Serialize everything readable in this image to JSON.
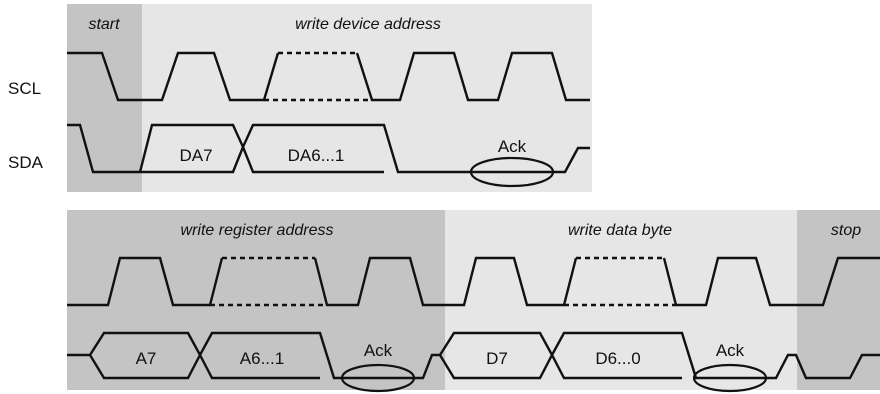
{
  "signals": {
    "scl": "SCL",
    "sda": "SDA"
  },
  "top": {
    "start": "start",
    "write_device_address": "write device address",
    "sda_fields": [
      "DA7",
      "DA6...1"
    ],
    "ack": "Ack"
  },
  "bottom": {
    "write_register_address": "write register address",
    "write_data_byte": "write data byte",
    "stop": "stop",
    "sda_fields": [
      "A7",
      "A6...1",
      "D7",
      "D6...0"
    ],
    "ack": [
      "Ack",
      "Ack"
    ]
  },
  "colors": {
    "phase_dark": "#c4c4c4",
    "phase_light": "#e6e6e6",
    "line": "#111111"
  }
}
